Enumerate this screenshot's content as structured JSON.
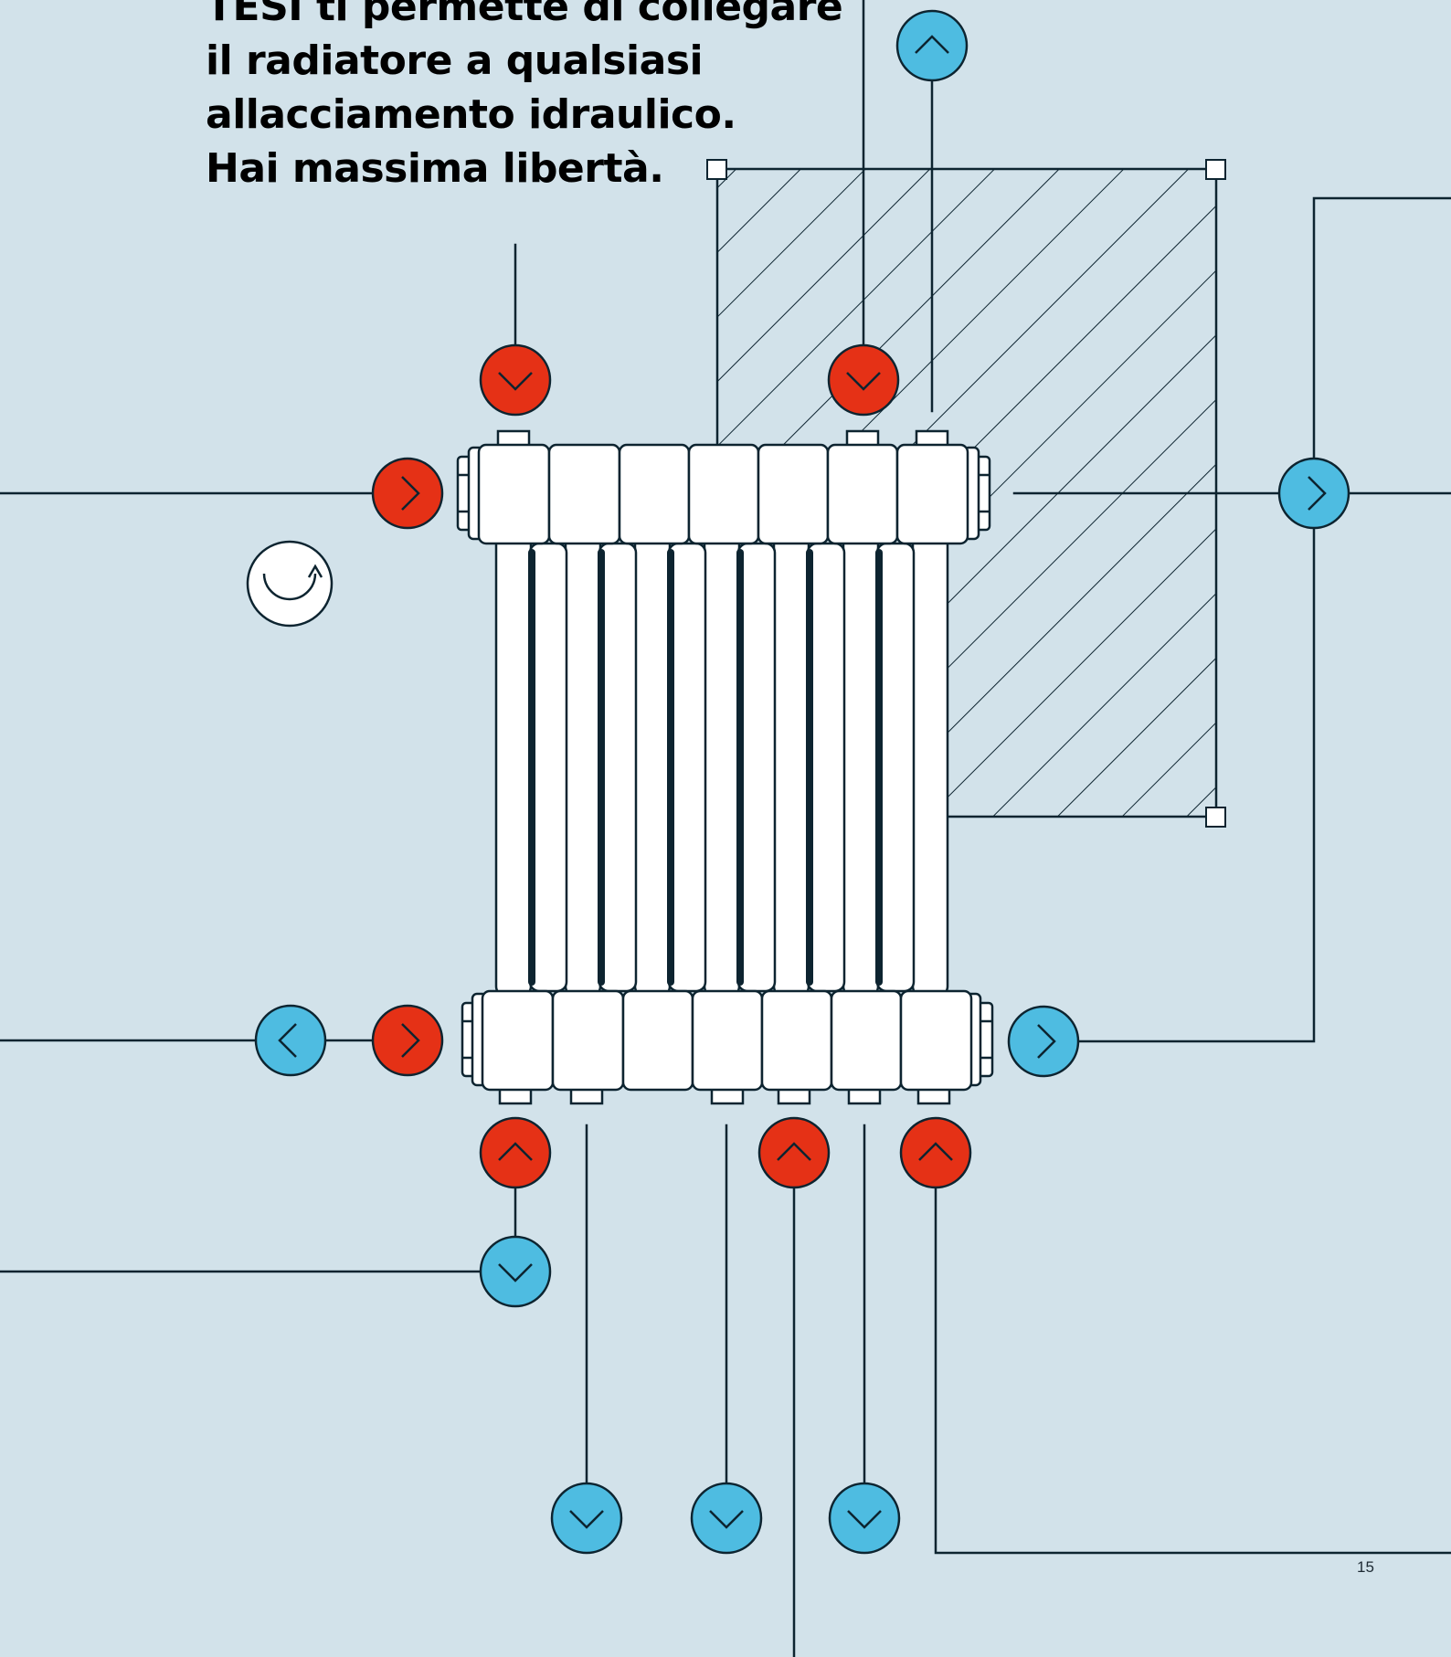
{
  "headline": {
    "line1": "TESI ti permette di collegare",
    "line2": "il radiatore a qualsiasi",
    "line3": "allacciamento idraulico.",
    "line4": "Hai massima libertà."
  },
  "page_number": "15",
  "colors": {
    "background": "#d2e2ea",
    "hot": "#e53116",
    "cold": "#4ebce1",
    "line": "#0d2430",
    "radiator": "#ffffff"
  },
  "icons": {
    "hot_connection": "red-circle-arrow-icon",
    "cold_connection": "blue-circle-arrow-icon",
    "rotate": "rotate-icon",
    "wall_area": "hatched-wall-area"
  }
}
